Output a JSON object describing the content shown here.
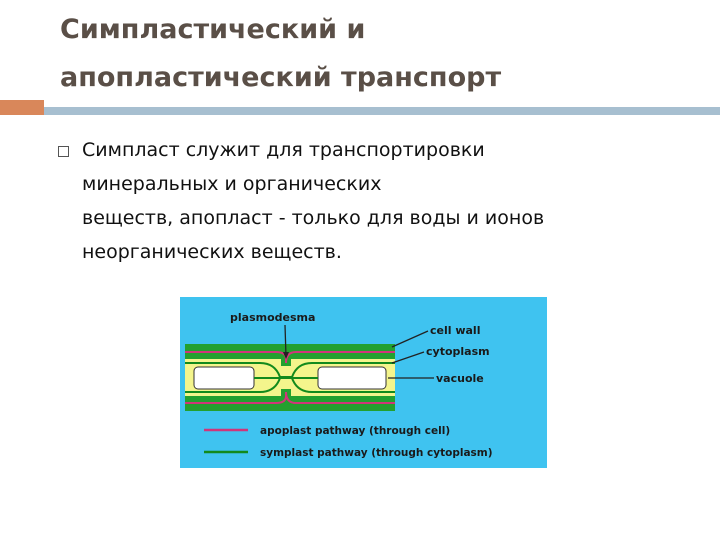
{
  "slide": {
    "title_lines": [
      "Симпластический и",
      "апопластический транспорт"
    ],
    "bullet_lines": [
      "Симпласт служит для транспортировки",
      "минеральных и органических",
      "веществ, апопласт - только для воды и ионов",
      "неорганических веществ."
    ]
  },
  "diagram": {
    "labels": {
      "plasmodesma": "plasmodesma",
      "cell_wall": "cell wall",
      "cytoplasm": "cytoplasm",
      "vacuole": "vacuole"
    },
    "legend": {
      "apoplast": "apoplast pathway (through cell)",
      "symplast": "symplast pathway (through cytoplasm)"
    },
    "colors": {
      "background": "#3fc3f0",
      "cell_wall": "#23a02f",
      "cytoplasm": "#f4f58c",
      "apoplast_line": "#d0357a",
      "symplast_line": "#128a1c",
      "vacuole_fill": "#ffffff"
    }
  }
}
